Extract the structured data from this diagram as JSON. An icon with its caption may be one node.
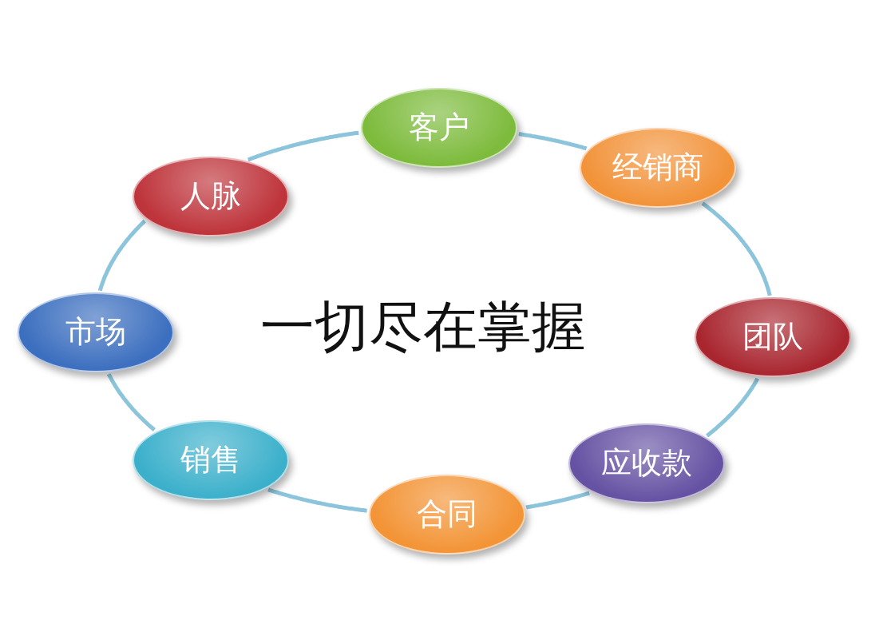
{
  "diagram": {
    "nodes": [
      {
        "text": [
          "客户"
        ]
      },
      {
        "text": [
          "经销商"
        ]
      },
      {
        "text": [
          "团队"
        ]
      },
      {
        "text": [
          "应收款"
        ]
      },
      {
        "text": [
          "合同"
        ]
      },
      {
        "text": [
          "销售"
        ]
      },
      {
        "text": [
          "市场"
        ]
      },
      {
        "text": [
          "人脉"
        ]
      }
    ],
    "edges": [
      {
        "from": 0,
        "to": 1,
        "arrow": "none"
      },
      {
        "from": 1,
        "to": 2,
        "arrow": "none"
      },
      {
        "from": 2,
        "to": 3,
        "arrow": "none"
      },
      {
        "from": 3,
        "to": 4,
        "arrow": "none"
      },
      {
        "from": 4,
        "to": 5,
        "arrow": "none"
      },
      {
        "from": 5,
        "to": 6,
        "arrow": "none"
      },
      {
        "from": 6,
        "to": 7,
        "arrow": "none"
      },
      {
        "from": 7,
        "to": 0,
        "arrow": "none"
      }
    ],
    "labels": [
      "一切尽在掌握"
    ]
  }
}
